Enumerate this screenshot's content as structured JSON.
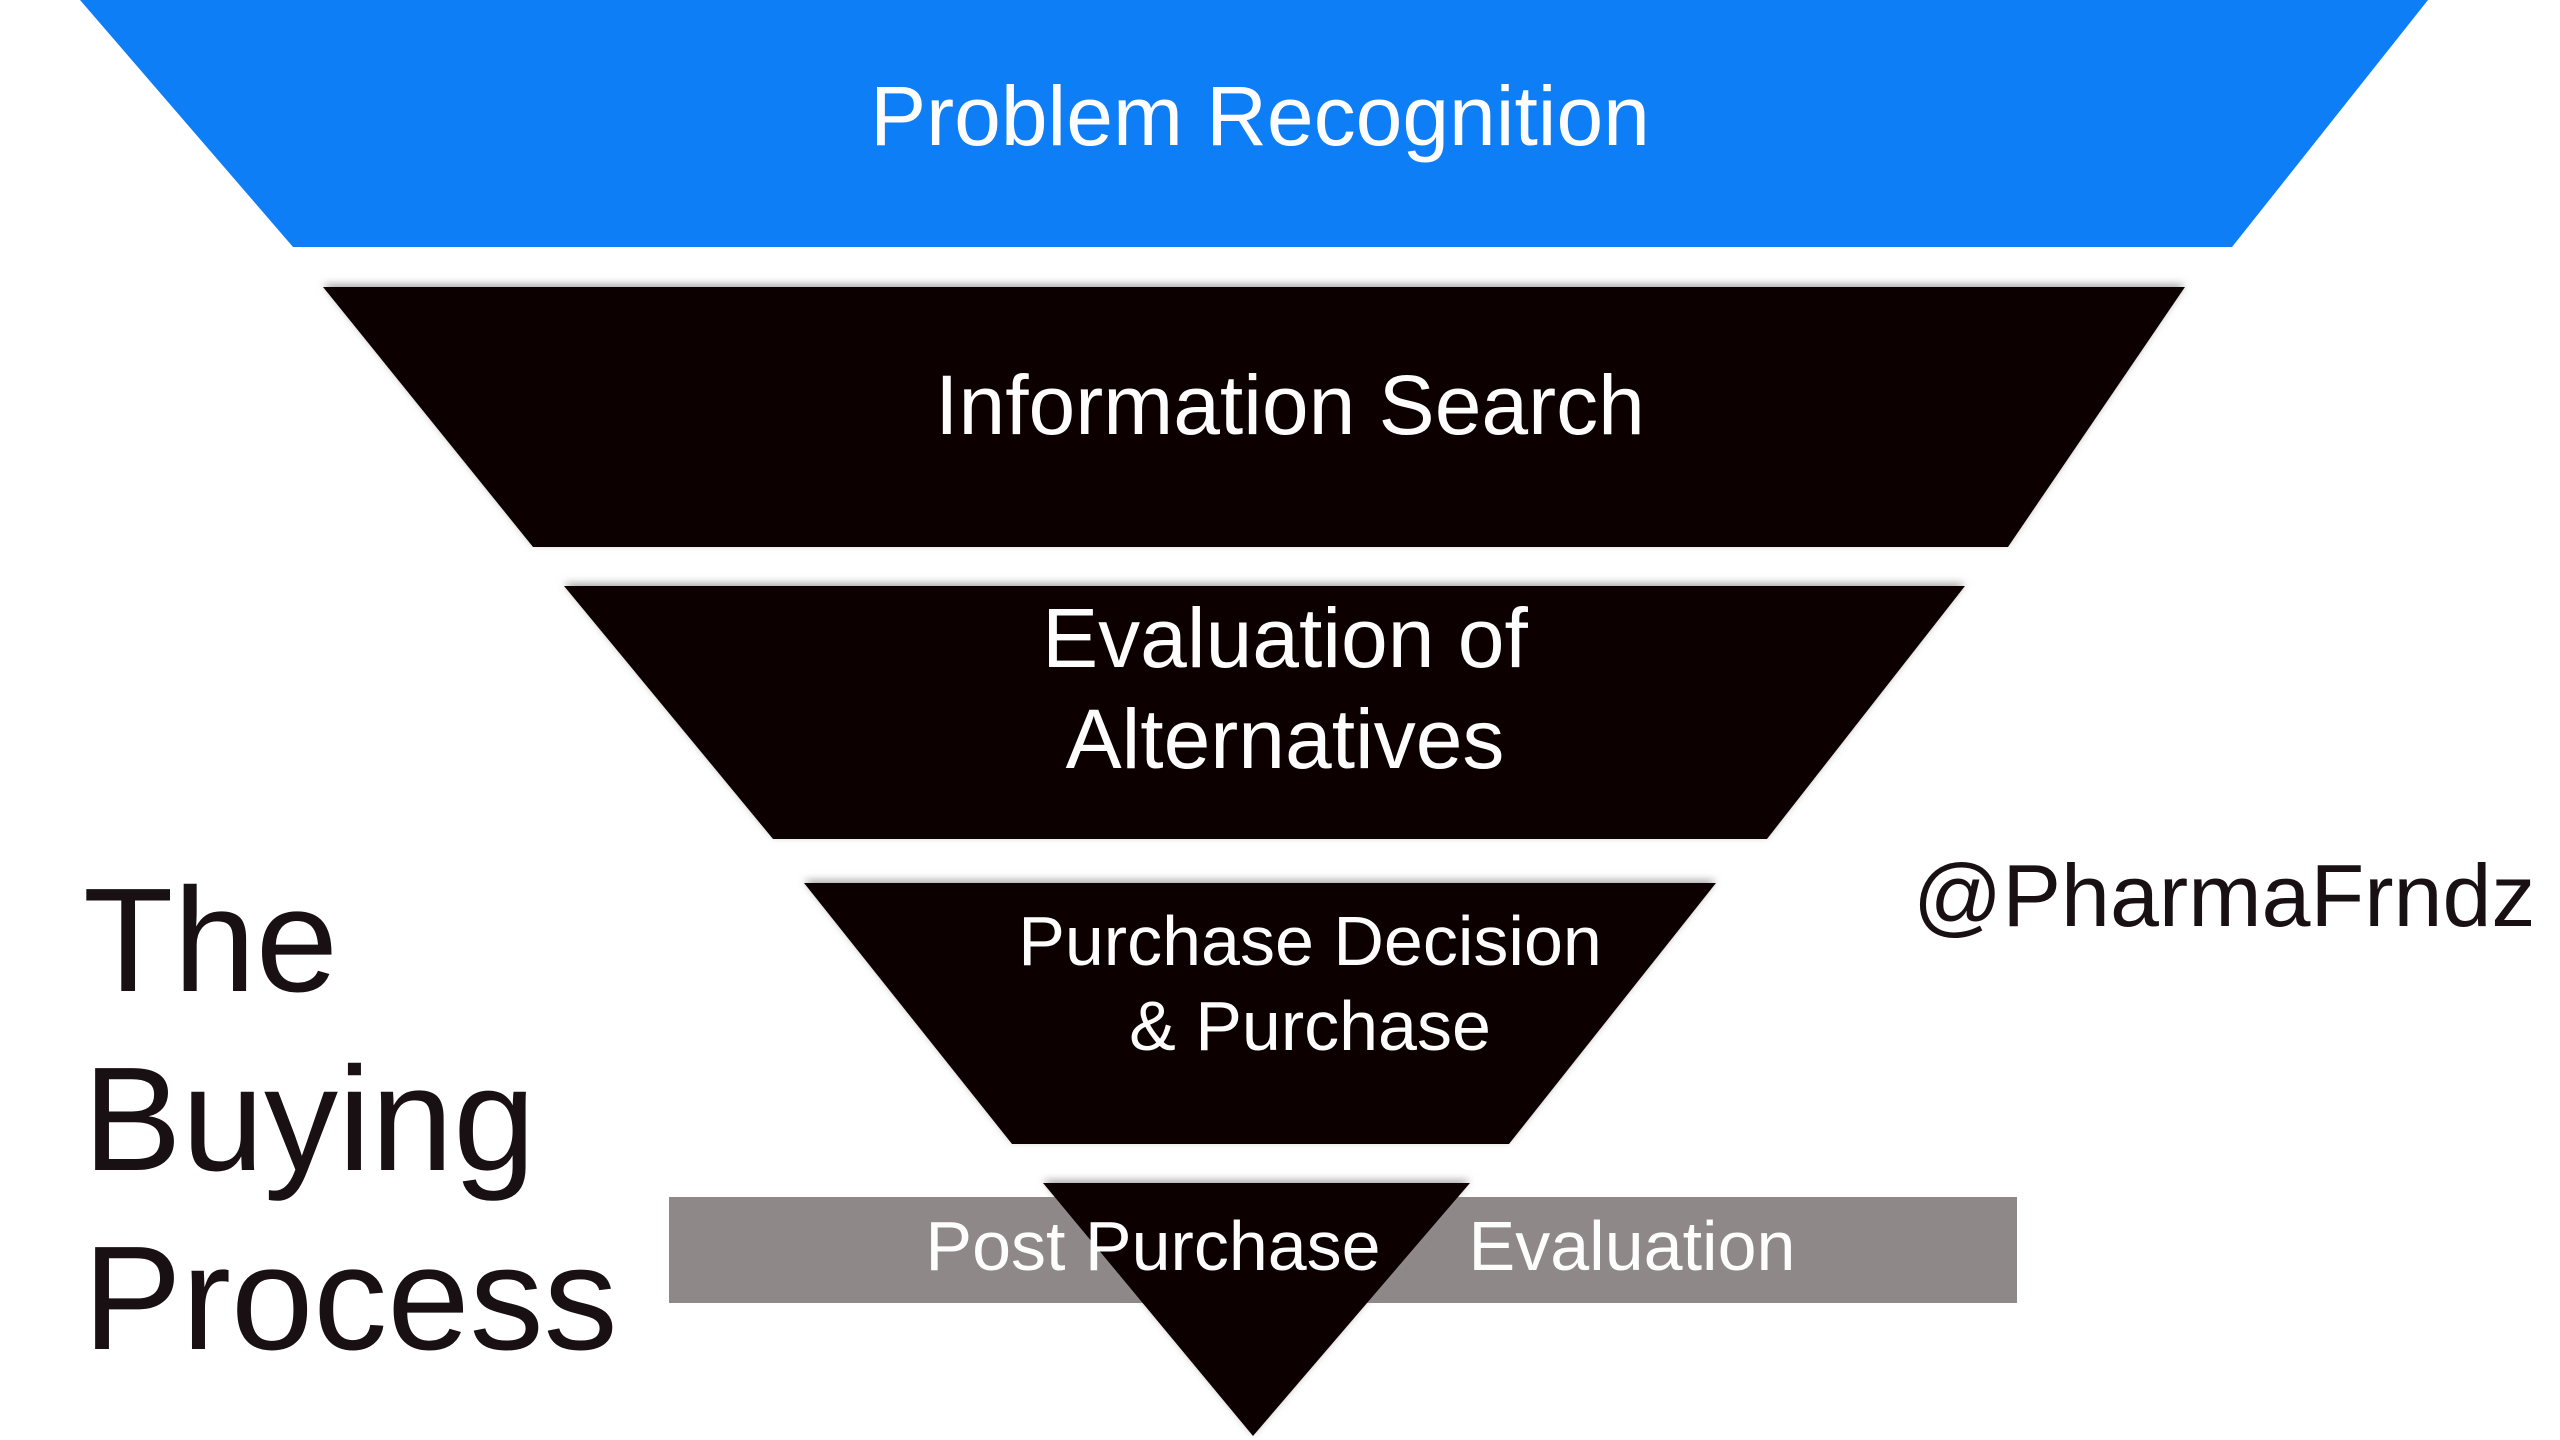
{
  "page": {
    "background": "#ffffff"
  },
  "title": {
    "lines": [
      "The",
      "Buying",
      "Process"
    ],
    "color": "#191014"
  },
  "watermark": {
    "text": "@PharmaFrndz",
    "color": "#191014"
  },
  "colors": {
    "stage1_blue": "#0d7ef5",
    "stage_black": "#070304",
    "gray_bar": "#8f8888",
    "label_white": "#fdfdfd",
    "dark_text": "#191014"
  },
  "funnel": {
    "stages": [
      {
        "order": 1,
        "lines": [
          "Problem Recognition"
        ]
      },
      {
        "order": 2,
        "lines": [
          "Information Search"
        ]
      },
      {
        "order": 3,
        "lines": [
          "Evaluation of",
          "Alternatives"
        ]
      },
      {
        "order": 4,
        "lines": [
          "Purchase Decision",
          "& Purchase"
        ]
      },
      {
        "order": 5,
        "lines": [
          "Post Purchase",
          "Evaluation"
        ]
      }
    ]
  }
}
